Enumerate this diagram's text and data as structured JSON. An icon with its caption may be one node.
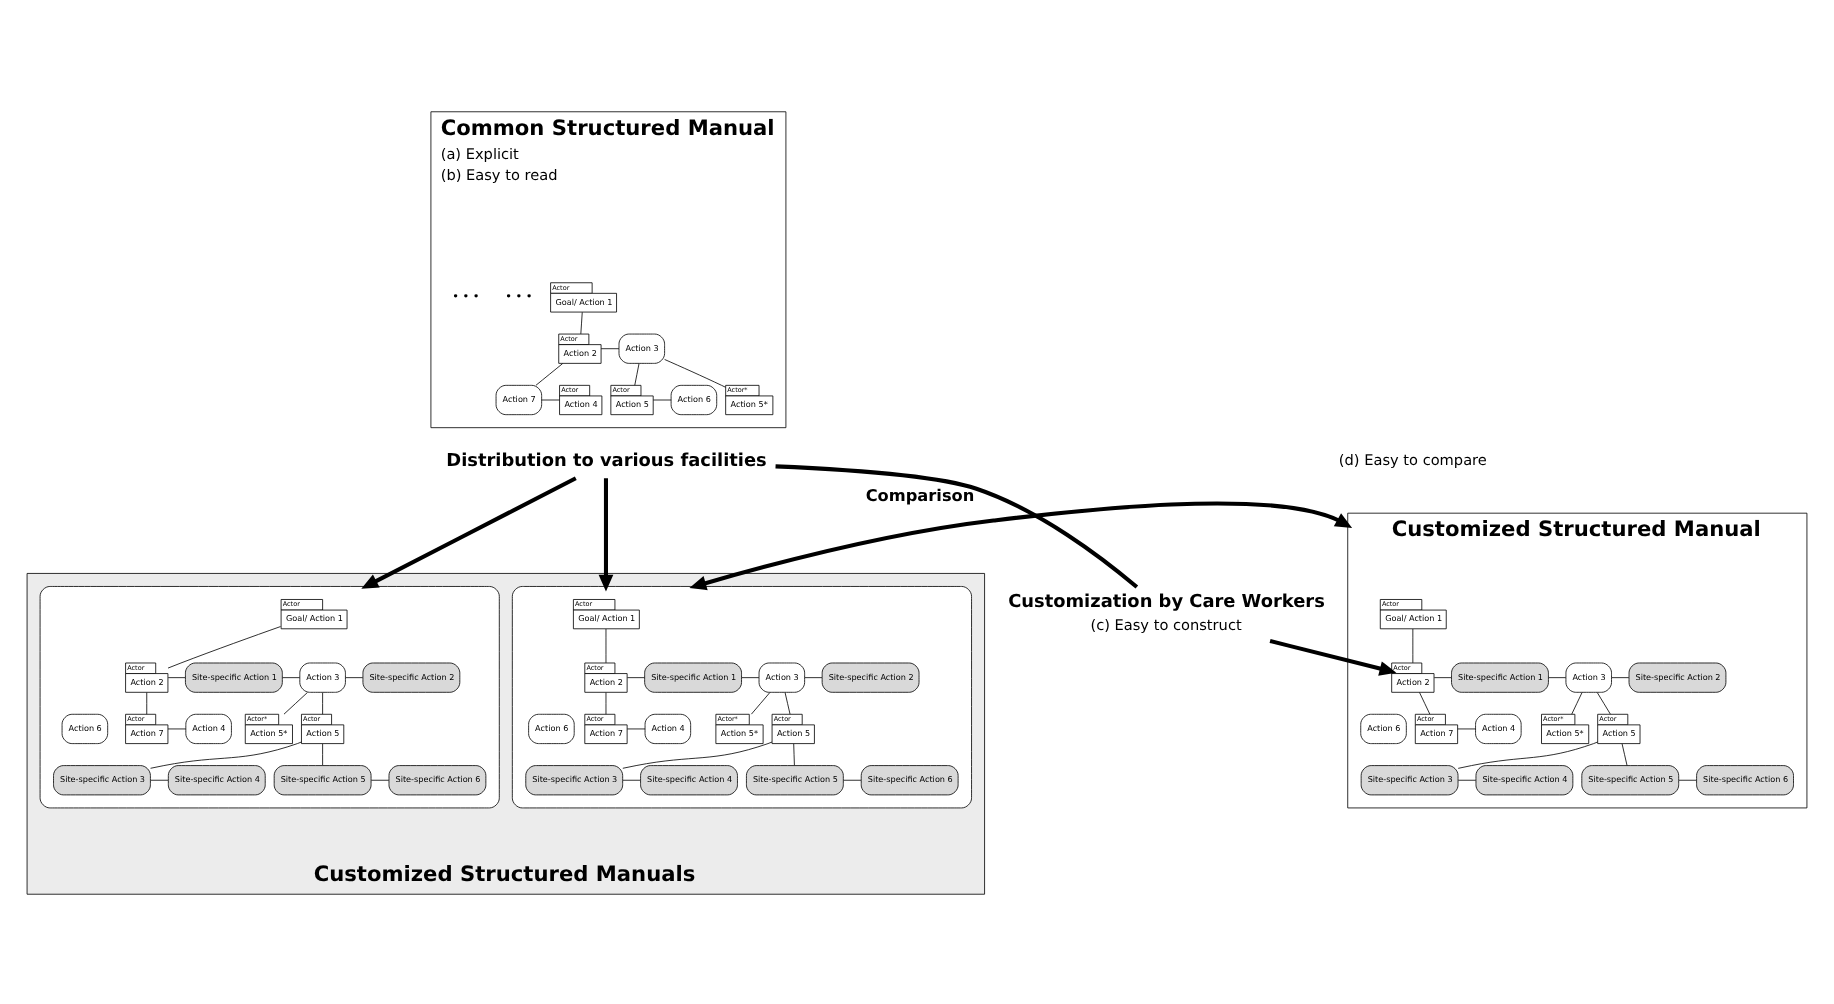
{
  "diagram": {
    "nodes": [
      {
        "text": [
          "Common Structured Manual"
        ],
        "beside": [
          "(a) Explicit",
          "(b) Easy to read"
        ]
      },
      {
        "text": [
          "Actor",
          "Goal/ Action 1"
        ],
        "in": 0
      },
      {
        "text": [
          "Actor",
          "Action 2"
        ],
        "in": 0
      },
      {
        "text": [
          "Action 3"
        ],
        "in": 0
      },
      {
        "text": [
          "Action 7"
        ],
        "in": 0
      },
      {
        "text": [
          "Actor",
          "Action 4"
        ],
        "in": 0
      },
      {
        "text": [
          "Actor",
          "Action 5"
        ],
        "in": 0
      },
      {
        "text": [
          "Action 6"
        ],
        "in": 0
      },
      {
        "text": [
          "Actor*",
          "Action 5*"
        ],
        "in": 0
      },
      {
        "text": [
          "Distribution to various facilities"
        ]
      },
      {
        "text": [
          "Customization by Care Workers"
        ],
        "beside": [
          "(c) Easy to construct"
        ]
      },
      {
        "text": [
          "Customized Structured Manuals"
        ]
      },
      {
        "text": [],
        "shape": "triangle",
        "in": 11
      },
      {
        "text": [
          "Actor",
          "Goal/ Action 1"
        ],
        "in": 12
      },
      {
        "text": [
          "Actor",
          "Action 2"
        ],
        "in": 12
      },
      {
        "text": [
          "Site-specific Action 1"
        ],
        "in": 12
      },
      {
        "text": [
          "Action 3"
        ],
        "in": 12
      },
      {
        "text": [
          "Site-specific Action 2"
        ],
        "in": 12
      },
      {
        "text": [
          "Actor",
          "Action 7"
        ],
        "in": 12
      },
      {
        "text": [
          "Action 4"
        ],
        "in": 12
      },
      {
        "text": [
          "Actor",
          "Action 5"
        ],
        "in": 12
      },
      {
        "text": [
          "Action 6"
        ],
        "in": 12
      },
      {
        "text": [
          "Actor*",
          "Action 5*"
        ],
        "in": 12
      },
      {
        "text": [
          "Site-specific Action 3"
        ],
        "in": 12
      },
      {
        "text": [
          "Site-specific Action 4"
        ],
        "in": 12
      },
      {
        "text": [
          "Site-specific Action 5"
        ],
        "in": 12
      },
      {
        "text": [
          "Site-specific Action 6"
        ],
        "in": 12
      },
      {
        "text": [],
        "shape": "triangle",
        "in": 11
      },
      {
        "text": [
          "Actor",
          "Goal/ Action 1"
        ],
        "in": 27
      },
      {
        "text": [
          "Actor",
          "Action 2"
        ],
        "in": 27
      },
      {
        "text": [
          "Site-specific Action 1"
        ],
        "in": 27
      },
      {
        "text": [
          "Action 3"
        ],
        "in": 27
      },
      {
        "text": [
          "Site-specific Action 2"
        ],
        "in": 27
      },
      {
        "text": [
          "Actor",
          "Action 7"
        ],
        "in": 27
      },
      {
        "text": [
          "Action 4"
        ],
        "in": 27
      },
      {
        "text": [
          "Actor",
          "Action 5"
        ],
        "in": 27
      },
      {
        "text": [
          "Action 6"
        ],
        "in": 27
      },
      {
        "text": [
          "Actor*",
          "Action 5*"
        ],
        "in": 27
      },
      {
        "text": [
          "Site-specific Action 3"
        ],
        "in": 27
      },
      {
        "text": [
          "Site-specific Action 4"
        ],
        "in": 27
      },
      {
        "text": [
          "Site-specific Action 5"
        ],
        "in": 27
      },
      {
        "text": [
          "Site-specific Action 6"
        ],
        "in": 27
      },
      {
        "text": [
          "Customized Structured Manual"
        ]
      },
      {
        "text": [
          "Actor",
          "Goal/ Action 1"
        ],
        "in": 42
      },
      {
        "text": [
          "Actor",
          "Action 2"
        ],
        "in": 42
      },
      {
        "text": [
          "Site-specific Action 1"
        ],
        "in": 42
      },
      {
        "text": [
          "Action 3"
        ],
        "in": 42
      },
      {
        "text": [
          "Site-specific Action 2"
        ],
        "in": 42
      },
      {
        "text": [
          "Actor",
          "Action 7"
        ],
        "in": 42
      },
      {
        "text": [
          "Action 4"
        ],
        "in": 42
      },
      {
        "text": [
          "Actor",
          "Action 5"
        ],
        "in": 42
      },
      {
        "text": [
          "Action 6"
        ],
        "in": 42
      },
      {
        "text": [
          "Actor*",
          "Action 5*"
        ],
        "in": 42
      },
      {
        "text": [
          "Site-specific Action 3"
        ],
        "in": 42
      },
      {
        "text": [
          "Site-specific Action 4"
        ],
        "in": 42
      },
      {
        "text": [
          "Site-specific Action 5"
        ],
        "in": 42
      },
      {
        "text": [
          "Site-specific Action 6"
        ],
        "in": 42
      }
    ],
    "edges": [
      {
        "from": 1,
        "to": 2,
        "arrow": "none"
      },
      {
        "from": 2,
        "to": 3,
        "arrow": "none"
      },
      {
        "from": 2,
        "to": 4,
        "arrow": "none"
      },
      {
        "from": 4,
        "to": 5,
        "arrow": "none"
      },
      {
        "from": 3,
        "to": 6,
        "arrow": "none"
      },
      {
        "from": 3,
        "to": 8,
        "arrow": "none"
      },
      {
        "from": 6,
        "to": 7,
        "arrow": "none"
      },
      {
        "from": 13,
        "to": 14,
        "arrow": "none"
      },
      {
        "from": 14,
        "to": 15,
        "arrow": "none"
      },
      {
        "from": 15,
        "to": 16,
        "arrow": "none"
      },
      {
        "from": 16,
        "to": 17,
        "arrow": "none"
      },
      {
        "from": 14,
        "to": 18,
        "arrow": "none"
      },
      {
        "from": 18,
        "to": 19,
        "arrow": "none"
      },
      {
        "from": 16,
        "to": 20,
        "arrow": "none"
      },
      {
        "from": 16,
        "to": 22,
        "arrow": "none"
      },
      {
        "from": 20,
        "to": 23,
        "arrow": "none"
      },
      {
        "from": 20,
        "to": 25,
        "arrow": "none"
      },
      {
        "from": 23,
        "to": 24,
        "arrow": "none"
      },
      {
        "from": 25,
        "to": 26,
        "arrow": "none"
      },
      {
        "from": 28,
        "to": 29,
        "arrow": "none"
      },
      {
        "from": 29,
        "to": 30,
        "arrow": "none"
      },
      {
        "from": 30,
        "to": 31,
        "arrow": "none"
      },
      {
        "from": 31,
        "to": 32,
        "arrow": "none"
      },
      {
        "from": 29,
        "to": 33,
        "arrow": "none"
      },
      {
        "from": 33,
        "to": 34,
        "arrow": "none"
      },
      {
        "from": 31,
        "to": 35,
        "arrow": "none"
      },
      {
        "from": 31,
        "to": 37,
        "arrow": "none"
      },
      {
        "from": 35,
        "to": 38,
        "arrow": "none"
      },
      {
        "from": 35,
        "to": 40,
        "arrow": "none"
      },
      {
        "from": 38,
        "to": 39,
        "arrow": "none"
      },
      {
        "from": 40,
        "to": 41,
        "arrow": "none"
      },
      {
        "from": 43,
        "to": 44,
        "arrow": "none"
      },
      {
        "from": 44,
        "to": 45,
        "arrow": "none"
      },
      {
        "from": 45,
        "to": 46,
        "arrow": "none"
      },
      {
        "from": 46,
        "to": 47,
        "arrow": "none"
      },
      {
        "from": 44,
        "to": 48,
        "arrow": "none"
      },
      {
        "from": 48,
        "to": 49,
        "arrow": "none"
      },
      {
        "from": 46,
        "to": 50,
        "arrow": "none"
      },
      {
        "from": 46,
        "to": 52,
        "arrow": "none"
      },
      {
        "from": 50,
        "to": 53,
        "arrow": "none"
      },
      {
        "from": 50,
        "to": 55,
        "arrow": "none"
      },
      {
        "from": 53,
        "to": 54,
        "arrow": "none"
      },
      {
        "from": 55,
        "to": 56,
        "arrow": "none"
      },
      {
        "from": 9,
        "to": 12,
        "arrow": "to",
        "style": "thick"
      },
      {
        "from": 9,
        "to": 27,
        "arrow": "to",
        "style": "thick"
      },
      {
        "from": 9,
        "to": 10,
        "arrow": "none",
        "style": "thick"
      },
      {
        "from": 10,
        "to": 44,
        "arrow": "to",
        "style": "thick"
      },
      {
        "from": 27,
        "to": 42,
        "arrow": "both",
        "style": "thick",
        "label": "Comparison"
      }
    ],
    "labels": [
      "• • •",
      "• • •",
      "(d) Easy to compare"
    ]
  }
}
